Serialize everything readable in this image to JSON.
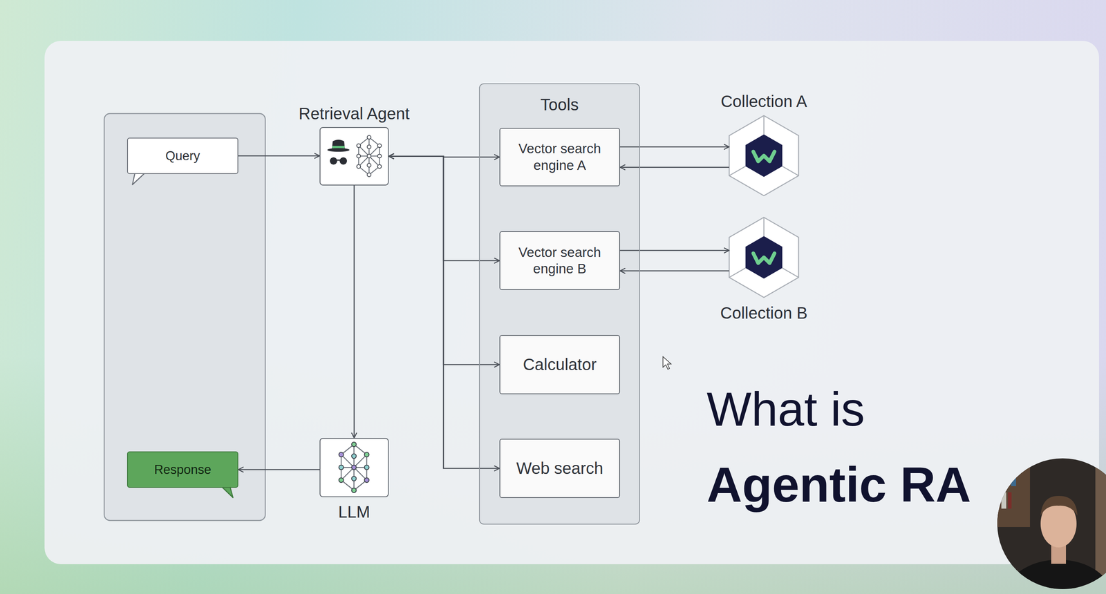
{
  "diagram": {
    "nodes": [
      {
        "text": [
          "Query"
        ]
      },
      {
        "text": [
          "Retrieval Agent"
        ]
      },
      {
        "text": [
          "Tools"
        ]
      },
      {
        "text": [
          "Vector search engine A"
        ],
        "in": 2
      },
      {
        "text": [
          "Vector search engine B"
        ],
        "in": 2
      },
      {
        "text": [
          "Calculator"
        ],
        "in": 2
      },
      {
        "text": [
          "Web search"
        ],
        "in": 2
      },
      {
        "text": [
          "Collection A"
        ]
      },
      {
        "text": [
          "Collection B"
        ]
      },
      {
        "text": [
          "LLM"
        ]
      },
      {
        "text": [
          "Response"
        ]
      }
    ],
    "edges": [
      {
        "from": 0,
        "to": 1,
        "arrow": "to"
      },
      {
        "from": 1,
        "to": 3,
        "arrow": "both"
      },
      {
        "from": 1,
        "to": 4,
        "arrow": "both"
      },
      {
        "from": 1,
        "to": 5,
        "arrow": "both"
      },
      {
        "from": 1,
        "to": 6,
        "arrow": "both"
      },
      {
        "from": 3,
        "to": 7,
        "arrow": "to"
      },
      {
        "from": 7,
        "to": 3,
        "arrow": "to"
      },
      {
        "from": 4,
        "to": 8,
        "arrow": "to"
      },
      {
        "from": 8,
        "to": 4,
        "arrow": "to"
      },
      {
        "from": 1,
        "to": 9,
        "arrow": "to"
      },
      {
        "from": 9,
        "to": 10,
        "arrow": "to"
      }
    ],
    "labels": [
      "What is",
      "Agentic RA"
    ]
  }
}
